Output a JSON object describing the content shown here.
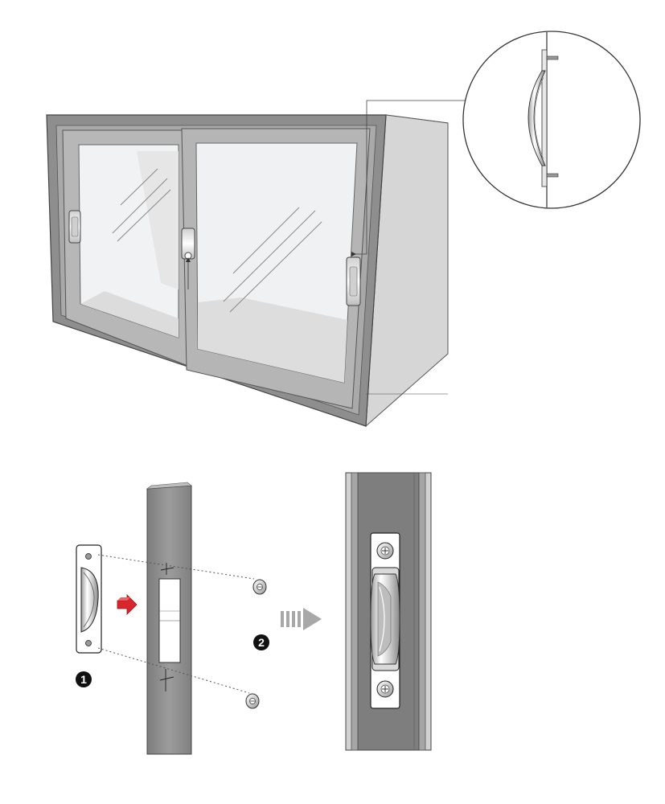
{
  "illustration": {
    "subject": "sliding-glass-door-cabinet-handle-installation",
    "step_markers": [
      {
        "label": "1"
      },
      {
        "label": "2"
      }
    ],
    "colors": {
      "cabinet_frame": "#8e8e8e",
      "cabinet_side": "#d4d4d4",
      "cabinet_top": "#e6e6e6",
      "glass": "#eef0f2",
      "interior": "#e0e0e0",
      "door_strip": "#8f8f8f",
      "handle_chrome": "#f2f2f2",
      "arrow_red": "#d8262c",
      "arrow_gray": "#9a9a9a",
      "outline": "#333333",
      "marker_fill": "#111111"
    }
  }
}
